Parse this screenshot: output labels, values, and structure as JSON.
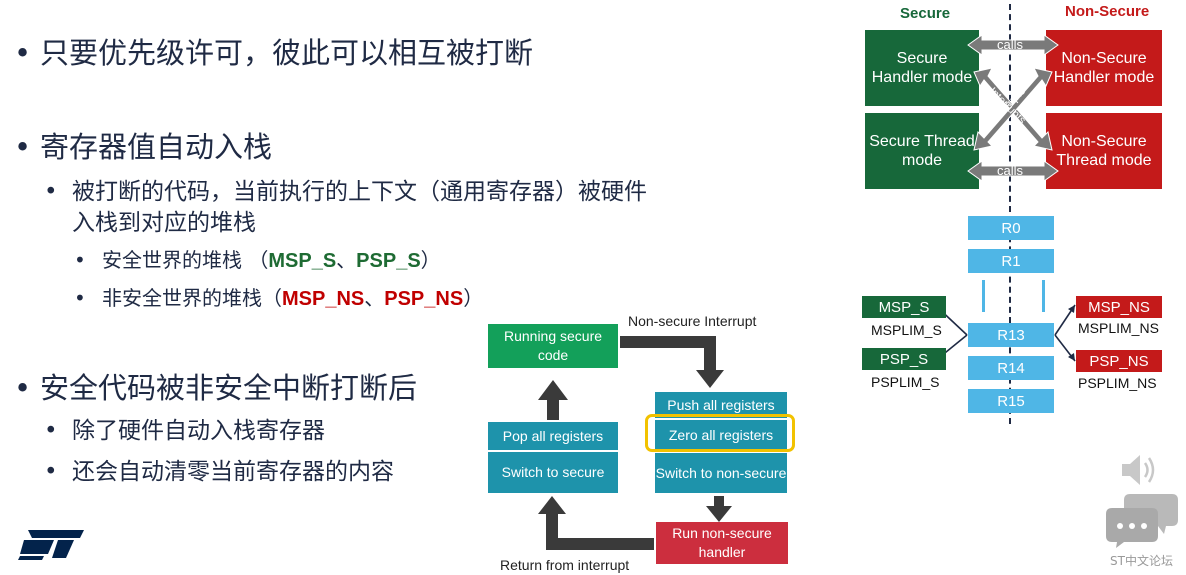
{
  "bullets": {
    "b1": "只要优先级许可，彼此可以相互被打断",
    "b2": "寄存器值自动入栈",
    "b2_sub1_line1": "被打断的代码，当前执行的上下文（通用寄存器）被硬件",
    "b2_sub1_line2": "入栈到对应的堆栈",
    "b2_sub1_sub1_prefix": "安全世界的堆栈 （",
    "b2_sub1_sub1_msp": "MSP_S",
    "b2_sub1_sub1_sep": "、",
    "b2_sub1_sub1_psp": "PSP_S",
    "b2_sub1_sub1_suffix": "）",
    "b2_sub1_sub2_prefix": "非安全世界的堆栈（",
    "b2_sub1_sub2_msp": "MSP_NS",
    "b2_sub1_sub2_sep": "、",
    "b2_sub1_sub2_psp": "PSP_NS",
    "b2_sub1_sub2_suffix": "）",
    "b3": "安全代码被非安全中断打断后",
    "b3_sub1": "除了硬件自动入栈寄存器",
    "b3_sub2": "还会自动清零当前寄存器的内容",
    "bullet_char": "•"
  },
  "flow": {
    "running_secure": "Running secure code",
    "ns_interrupt": "Non-secure Interrupt",
    "push_all": "Push all registers",
    "zero_all": "Zero all registers",
    "switch_ns": "Switch to non-secure",
    "run_ns": "Run non-secure handler",
    "return_from": "Return from interrupt",
    "pop_all": "Pop all registers",
    "switch_secure": "Switch to secure",
    "colors": {
      "teal": "#1e93ab",
      "green": "#13a05a",
      "red": "#cc2e3e",
      "highlight": "#f2c200"
    }
  },
  "modes": {
    "secure_header": "Secure",
    "nonsecure_header": "Non-Secure",
    "secure_handler": "Secure Handler mode",
    "secure_thread": "Secure Thread mode",
    "ns_handler": "Non-Secure Handler mode",
    "ns_thread": "Non-Secure Thread mode",
    "calls": "calls",
    "interrupts": "Interrupts",
    "colors": {
      "secure": "#17683a",
      "nonsecure": "#c41a1a"
    }
  },
  "registers": {
    "items": [
      "R0",
      "R1",
      "R13",
      "R14",
      "R15"
    ],
    "msp_s": "MSP_S",
    "msplim_s": "MSPLIM_S",
    "psp_s": "PSP_S",
    "psplim_s": "PSPLIM_S",
    "msp_ns": "MSP_NS",
    "msplim_ns": "MSPLIM_NS",
    "psp_ns": "PSP_NS",
    "psplim_ns": "PSPLIM_NS"
  },
  "footer": {
    "logo_text": "ST",
    "forum_label": "ST中文论坛",
    "icons": [
      "st-logo-icon",
      "speaker-icon",
      "chat-bubbles-icon"
    ]
  }
}
